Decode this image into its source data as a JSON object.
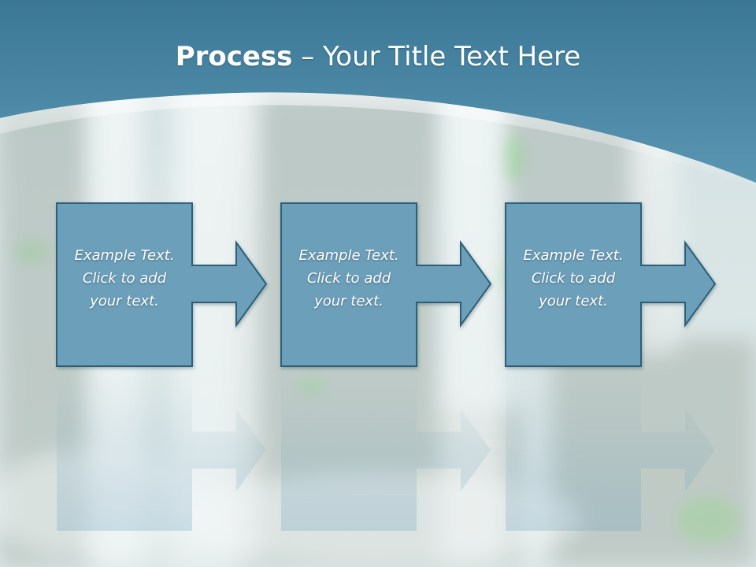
{
  "title": {
    "bold": "Process",
    "rest": " – Your Title Text Here"
  },
  "steps": [
    {
      "lines": [
        "Example Text.",
        "Click  to add",
        "your text."
      ]
    },
    {
      "lines": [
        "Example Text.",
        "Click  to add",
        "your text."
      ]
    },
    {
      "lines": [
        "Example Text.",
        "Click  to add",
        "your text."
      ]
    }
  ],
  "colors": {
    "header": "#3f7f9c",
    "box_fill": "#6c9fba",
    "box_stroke": "#2f5f77"
  }
}
